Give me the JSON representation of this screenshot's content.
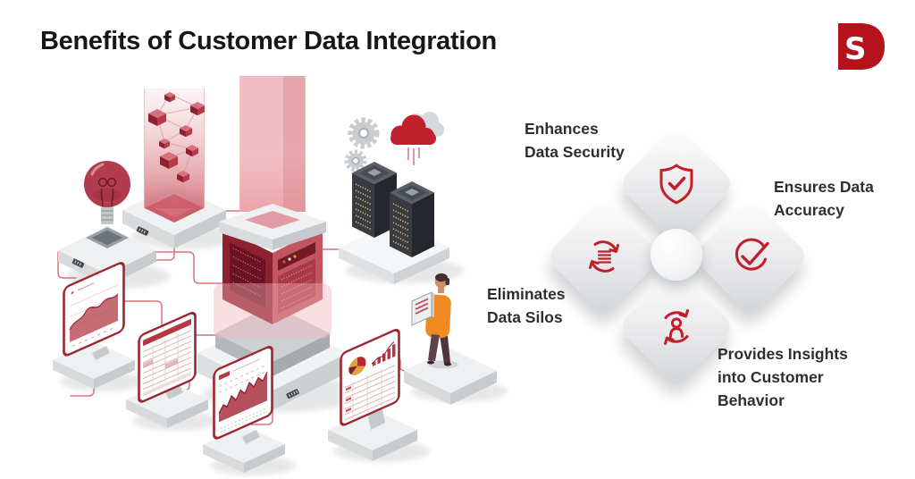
{
  "page": {
    "title": "Benefits of Customer Data Integration",
    "background": "#ffffff"
  },
  "brand": {
    "monogram": "S",
    "logo_name": "DS-monogram",
    "color": "#b5121b"
  },
  "colors": {
    "accent_red": "#c1202b",
    "dark_red": "#8d2130",
    "trace_red": "#d6646d",
    "tile_gray": "#d2d5d8",
    "text": "#2d2f31"
  },
  "benefits": {
    "top": {
      "label": "Enhances\nData Security",
      "icon": "shield-check-icon"
    },
    "right": {
      "label": "Ensures Data\nAccuracy",
      "icon": "check-circle-icon"
    },
    "left": {
      "label": "Eliminates\nData Silos",
      "icon": "sync-list-icon"
    },
    "bottom": {
      "label": "Provides Insights\ninto Customer\nBehavior",
      "icon": "person-refresh-icon"
    }
  },
  "illustration": {
    "elements": [
      "idea-bulb",
      "data-cubes-beam",
      "integration-tower",
      "gears",
      "cloud-sync",
      "server-racks",
      "analytics-laptops",
      "dashboard-monitor",
      "analyst-person",
      "circuit-connectors"
    ]
  }
}
